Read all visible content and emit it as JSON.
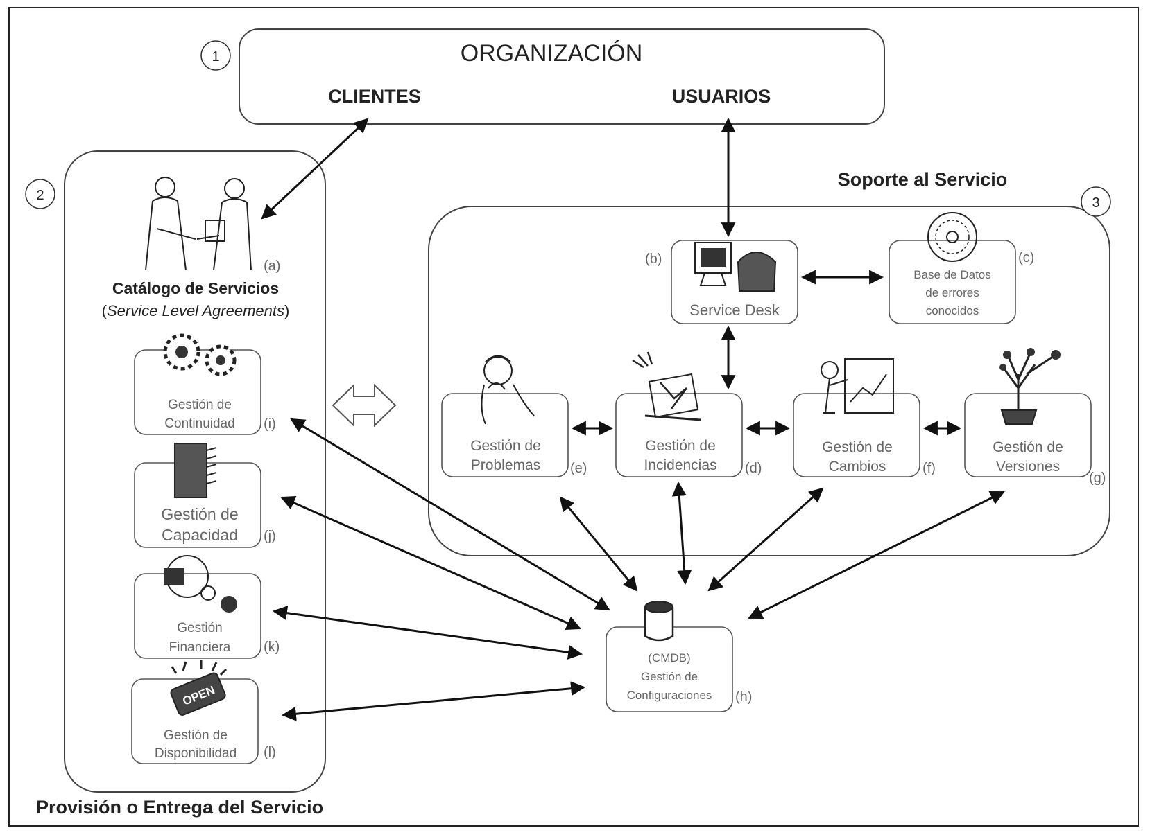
{
  "organization": {
    "number": "1",
    "title": "ORGANIZACIÓN",
    "clients": "CLIENTES",
    "users": "USUARIOS"
  },
  "delivery": {
    "number": "2",
    "heading": "Provisión o Entrega del Servicio",
    "catalog": {
      "letter": "(a)",
      "title": "Catálogo de Servicios",
      "subtitle_open": "(",
      "subtitle_italic": "Service Level Agreements",
      "subtitle_close": ")"
    },
    "continuity": {
      "line1": "Gestión de",
      "line2": "Continuidad",
      "letter": "(i)"
    },
    "capacity": {
      "line1": "Gestión de",
      "line2": "Capacidad",
      "letter": "(j)"
    },
    "financial": {
      "line1": "Gestión",
      "line2": "Financiera",
      "letter": "(k)"
    },
    "availability": {
      "line1": "Gestión de",
      "line2": "Disponibilidad",
      "letter": "(l)",
      "sign": "OPEN"
    }
  },
  "support": {
    "number": "3",
    "heading": "Soporte al Servicio",
    "service_desk": {
      "label": "Service  Desk",
      "letter": "(b)"
    },
    "known_errors": {
      "line1": "Base de Datos",
      "line2": "de errores",
      "line3": "conocidos",
      "letter": "(c)"
    },
    "incidents": {
      "line1": "Gestión de",
      "line2": "Incidencias",
      "letter": "(d)"
    },
    "problems": {
      "line1": "Gestión de",
      "line2": "Problemas",
      "letter": "(e)"
    },
    "changes": {
      "line1": "Gestión de",
      "line2": "Cambios",
      "letter": "(f)"
    },
    "releases": {
      "line1": "Gestión de",
      "line2": "Versiones",
      "letter": "(g)"
    }
  },
  "cmdb": {
    "line1": "(CMDB)",
    "line2": "Gestión de",
    "line3": "Configuraciones",
    "letter": "(h)"
  }
}
